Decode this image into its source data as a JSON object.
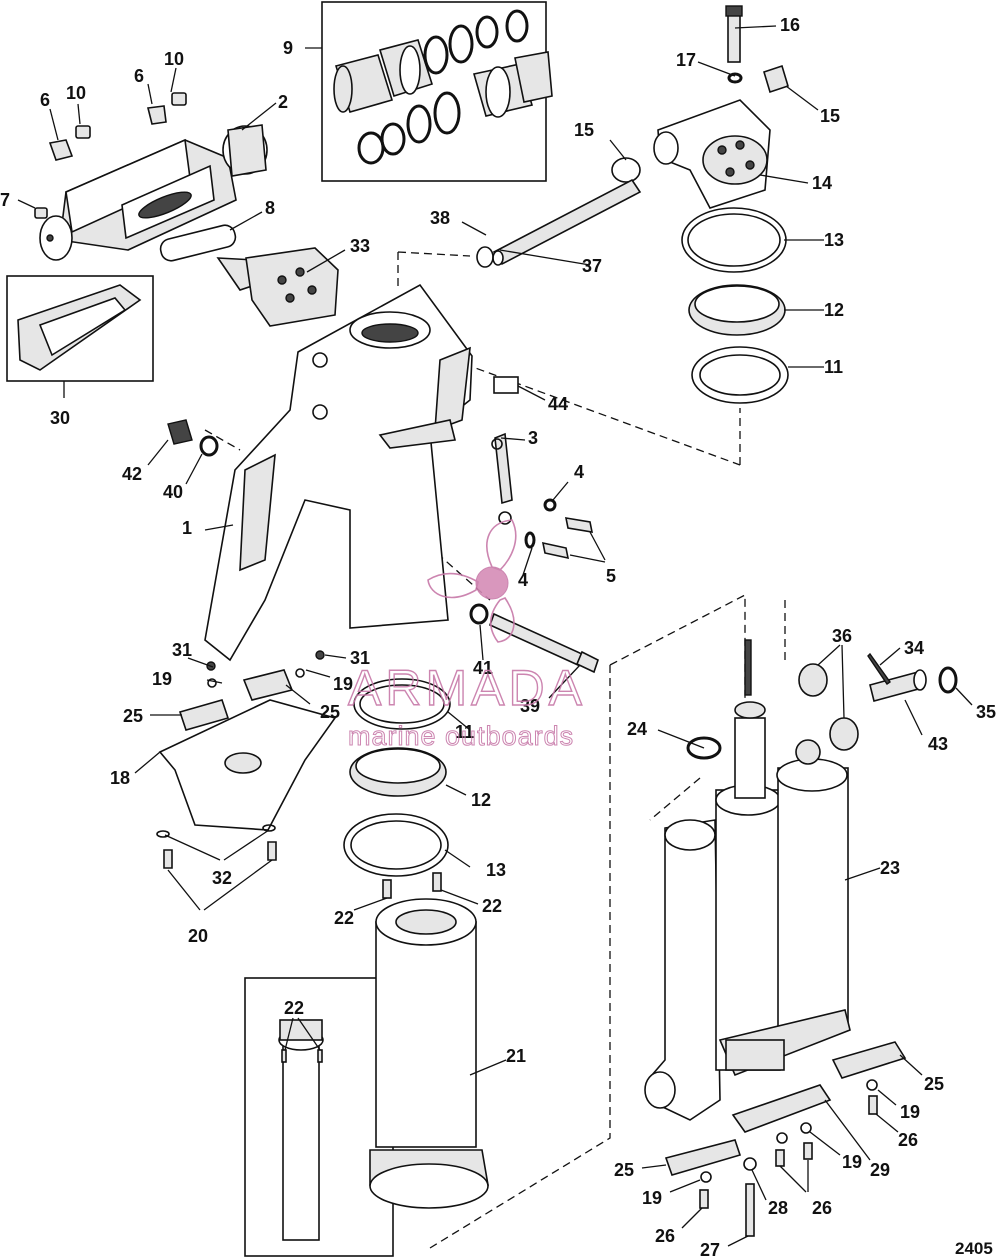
{
  "diagram": {
    "figure_id": "2405",
    "callouts": [
      "1",
      "2",
      "3",
      "4",
      "4",
      "5",
      "6",
      "6",
      "7",
      "8",
      "9",
      "10",
      "10",
      "11",
      "11",
      "12",
      "12",
      "13",
      "13",
      "14",
      "15",
      "15",
      "16",
      "17",
      "18",
      "19",
      "19",
      "19",
      "19",
      "19",
      "20",
      "21",
      "22",
      "22",
      "22",
      "23",
      "24",
      "25",
      "25",
      "25",
      "25",
      "26",
      "26",
      "26",
      "27",
      "28",
      "29",
      "30",
      "31",
      "31",
      "32",
      "33",
      "34",
      "35",
      "36",
      "37",
      "38",
      "39",
      "40",
      "41",
      "42",
      "43",
      "44"
    ]
  },
  "watermark": {
    "brand": "ARMADA",
    "tagline": "marine outboards",
    "accent_color": "#c778a8"
  }
}
